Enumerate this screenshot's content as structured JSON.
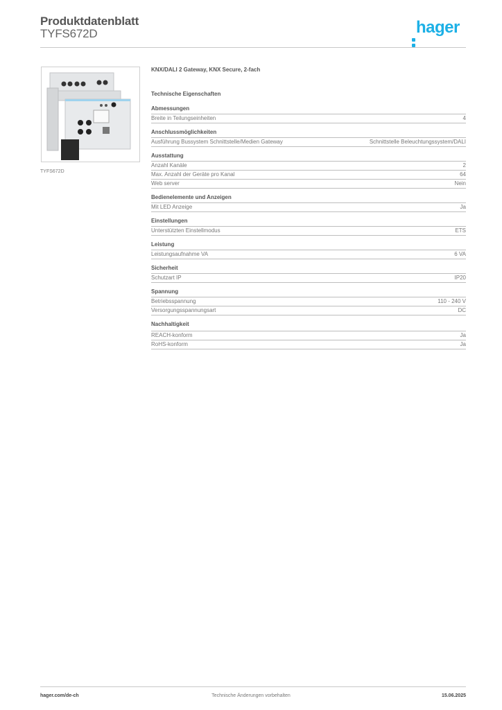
{
  "header": {
    "title": "Produktdatenblatt",
    "article_number": "TYFS672D",
    "logo_text": "hager",
    "brand_color": "#1cb0e6"
  },
  "product": {
    "image_caption": "TYFS672D",
    "name": "KNX/DALI 2 Gateway, KNX Secure, 2-fach",
    "tech_title": "Technische Eigenschaften"
  },
  "sections": [
    {
      "title": "Abmessungen",
      "rows": [
        {
          "label": "Breite in Teilungseinheiten",
          "value": "4"
        }
      ]
    },
    {
      "title": "Anschlussmöglichkeiten",
      "rows": [
        {
          "label": "Ausführung Bussystem Schnittstelle/Medien Gateway",
          "value": "Schnittstelle Beleuchtungssystem/DALI"
        }
      ]
    },
    {
      "title": "Ausstattung",
      "rows": [
        {
          "label": "Anzahl Kanäle",
          "value": "2"
        },
        {
          "label": "Max. Anzahl der Geräte pro Kanal",
          "value": "64"
        },
        {
          "label": "Web server",
          "value": "Nein"
        }
      ]
    },
    {
      "title": "Bedienelemente und Anzeigen",
      "rows": [
        {
          "label": "Mit LED Anzeige",
          "value": "Ja"
        }
      ]
    },
    {
      "title": "Einstellungen",
      "rows": [
        {
          "label": "Unterstützten Einstellmodus",
          "value": "ETS"
        }
      ]
    },
    {
      "title": "Leistung",
      "rows": [
        {
          "label": "Leistungsaufnahme VA",
          "value": "6 VA"
        }
      ]
    },
    {
      "title": "Sicherheit",
      "rows": [
        {
          "label": "Schutzart IP",
          "value": "IP20"
        }
      ]
    },
    {
      "title": "Spannung",
      "rows": [
        {
          "label": "Betriebsspannung",
          "value": "110 - 240 V"
        },
        {
          "label": "Versorgungsspannungsart",
          "value": "DC"
        }
      ]
    },
    {
      "title": "Nachhaltigkeit",
      "rows": [
        {
          "label": "REACH-konform",
          "value": "Ja"
        },
        {
          "label": "RoHS-konform",
          "value": "Ja"
        }
      ]
    }
  ],
  "footer": {
    "website": "hager.com/de-ch",
    "disclaimer": "Technische Änderungen vorbehalten",
    "date": "15.06.2025"
  }
}
